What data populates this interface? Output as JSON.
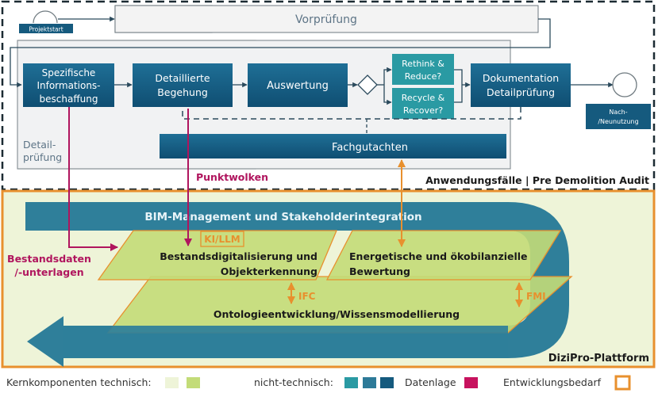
{
  "colors": {
    "dark_blue": "#155a7e",
    "mid_blue": "#2d7a98",
    "teal": "#2a9aa3",
    "magenta": "#b0155e",
    "orange": "#e8902e",
    "light_green": "#eef4d8",
    "green": "#c3dc78",
    "panel_grey": "#f1f2f3",
    "border_grey": "#8c9499"
  },
  "process": {
    "start_label": "Projektstart",
    "vorpruefung": "Vorprüfung",
    "detail_label_line1": "Detail-",
    "detail_label_line2": "prüfung",
    "steps": {
      "info_line1": "Spezifische",
      "info_line2": "Informations-",
      "info_line3": "beschaffung",
      "begehung_line1": "Detaillierte",
      "begehung_line2": "Begehung",
      "auswertung": "Auswertung",
      "rethink_line1": "Rethink &",
      "rethink_line2": "Reduce?",
      "recycle_line1": "Recycle &",
      "recycle_line2": "Recover?",
      "doku_line1": "Dokumentation",
      "doku_line2": "Detailprüfung",
      "fachgutachten": "Fachgutachten"
    },
    "end_label_line1": "Nach-",
    "end_label_line2": "/Neunutzung",
    "section_title": "Anwendungsfälle | Pre Demolition Audit"
  },
  "flows": {
    "punktwolken": "Punktwolken",
    "bestandsdaten_line1": "Bestandsdaten",
    "bestandsdaten_line2": "/-unterlagen"
  },
  "platform": {
    "bim": "BIM-Management und Stakeholderintegration",
    "ki_llm": "KI/LLM",
    "digitalisierung_line1": "Bestandsdigitalisierung und",
    "digitalisierung_line2": "Objekterkennung",
    "energie_line1": "Energetische und ökobilanzielle",
    "energie_line2": "Bewertung",
    "ifc": "IFC",
    "fmi": "FMI",
    "ontologie": "Ontologieentwicklung/Wissensmodellierung",
    "title": "DiziPro-Plattform"
  },
  "legend": {
    "technisch": "Kernkomponenten technisch:",
    "nicht_technisch": "nicht-technisch:",
    "datenlage": "Datenlage",
    "entwicklungsbedarf": "Entwicklungsbedarf"
  }
}
